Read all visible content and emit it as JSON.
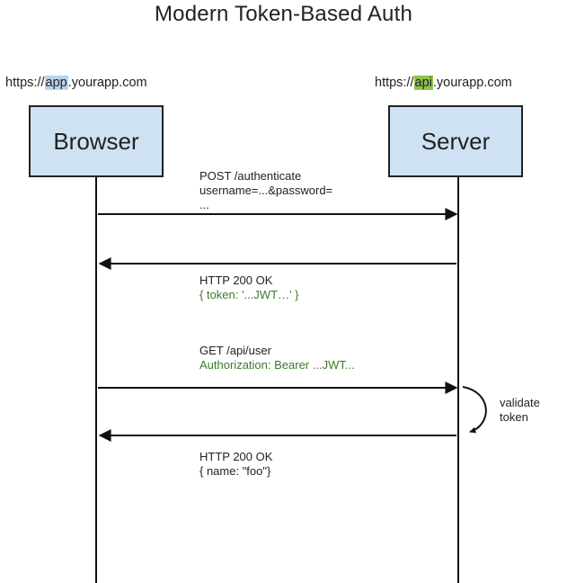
{
  "title": "Modern Token-Based Auth",
  "urls": {
    "browser": {
      "prefix": "https://",
      "highlight": "app",
      "suffix": ".yourapp.com",
      "highlight_color": "#b8d4ec"
    },
    "server": {
      "prefix": "https://",
      "highlight": "api",
      "suffix": ".yourapp.com",
      "highlight_color": "#8bc34a"
    }
  },
  "actors": {
    "browser": "Browser",
    "server": "Server"
  },
  "messages": [
    {
      "direction": "browser-to-server",
      "line1": "POST /authenticate",
      "line2": "username=...&password=",
      "line3": "..."
    },
    {
      "direction": "server-to-browser",
      "line1": "HTTP 200 OK",
      "line2": "{ token: '...JWT…' }"
    },
    {
      "direction": "browser-to-server",
      "line1": "GET /api/user",
      "line2": "Authorization: Bearer ...JWT..."
    },
    {
      "direction": "server-to-browser",
      "line1": "HTTP 200 OK",
      "line2": "{ name: \"foo\"}"
    }
  ],
  "self_note": {
    "line1": "validate",
    "line2": "token"
  },
  "colors": {
    "actor_fill": "#cfe2f3",
    "payload_text": "#3c7a2a",
    "line": "#111111"
  }
}
